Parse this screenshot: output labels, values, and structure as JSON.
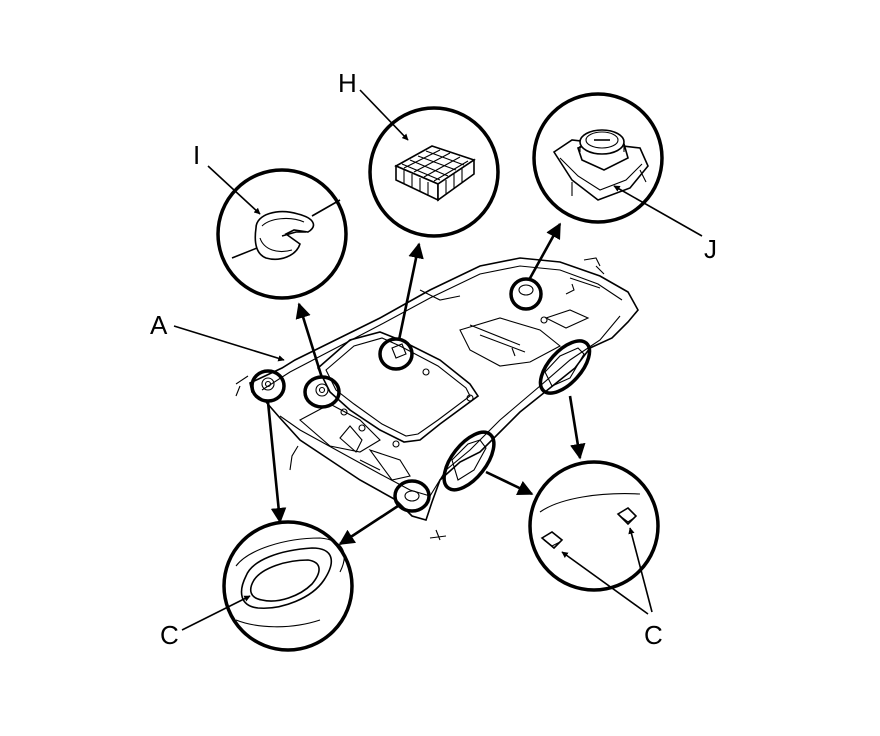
{
  "labels": {
    "A": "A",
    "H": "H",
    "I": "I",
    "J": "J",
    "C_left": "C",
    "C_right": "C"
  }
}
